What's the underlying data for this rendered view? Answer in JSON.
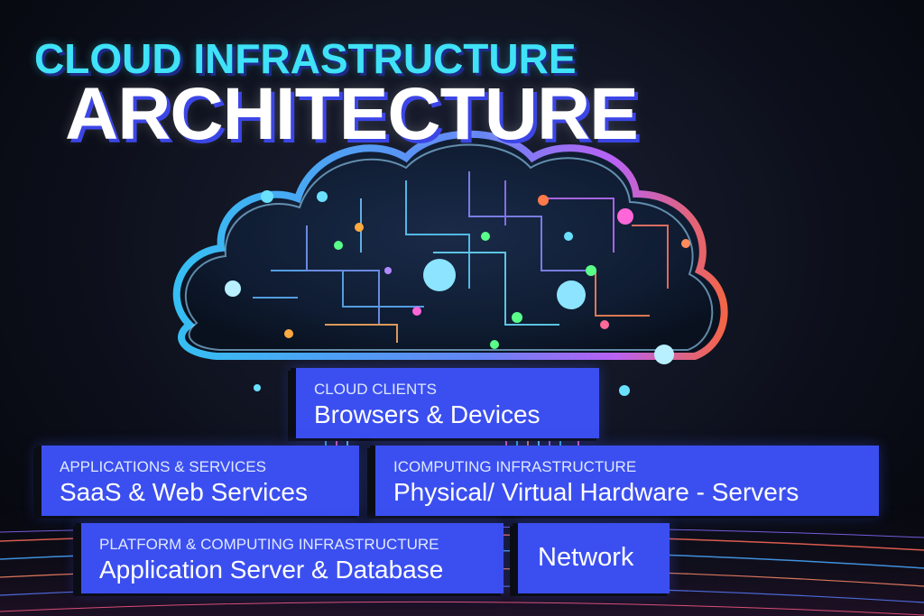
{
  "title": {
    "line1": "CLOUD INFRASTRUCTURE",
    "line2": "ARCHITECTURE"
  },
  "boxes": {
    "cloud_clients": {
      "category": "CLOUD CLIENTS",
      "label": "Browsers & Devices"
    },
    "applications": {
      "category": "APPLICATIONS & SERVICES",
      "label": "SaaS & Web Services"
    },
    "computing": {
      "category": "ICOMPUTING INFRASTRUCTURE",
      "label": "Physical/ Virtual Hardware - Servers"
    },
    "platform": {
      "category": "PLATFORM & COMPUTING INFRASTRUCTURE",
      "label": "Application Server & Database"
    },
    "network": {
      "label": "Network"
    }
  },
  "colors": {
    "box_fill": "#3b4ff0",
    "title_accent": "#3fe2f6",
    "title_main": "#ffffff"
  }
}
